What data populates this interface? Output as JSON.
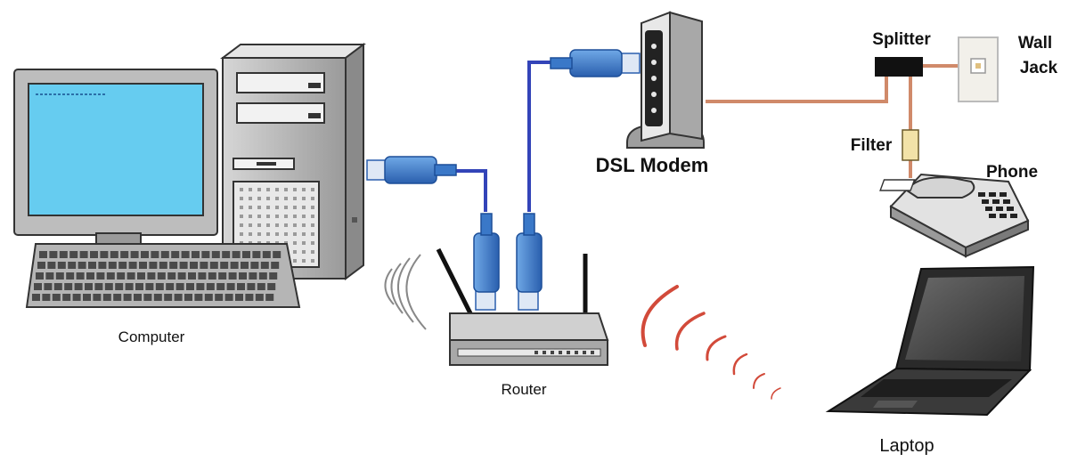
{
  "labels": {
    "computer": "Computer",
    "router": "Router",
    "dsl_modem": "DSL Modem",
    "splitter": "Splitter",
    "wall_jack_line1": "Wall",
    "wall_jack_line2": "Jack",
    "filter": "Filter",
    "phone": "Phone",
    "laptop": "Laptop"
  },
  "colors": {
    "ethernet_cable": "#3344b8",
    "rj45_plug": "#3a78c8",
    "phone_line": "#d08a6a",
    "wifi_waves_computer": "#888888",
    "wifi_waves_laptop": "#d24a3a",
    "screen": "#66ccf0",
    "device_body": "#b9b9b9",
    "splitter": "#111111",
    "filter": "#f2e2a8"
  },
  "icons": [
    "computer-tower-icon",
    "monitor-icon",
    "keyboard-icon",
    "router-icon",
    "dsl-modem-icon",
    "splitter-icon",
    "wall-jack-icon",
    "filter-icon",
    "phone-icon",
    "laptop-icon",
    "rj45-plug-icon",
    "wifi-waves-icon"
  ]
}
